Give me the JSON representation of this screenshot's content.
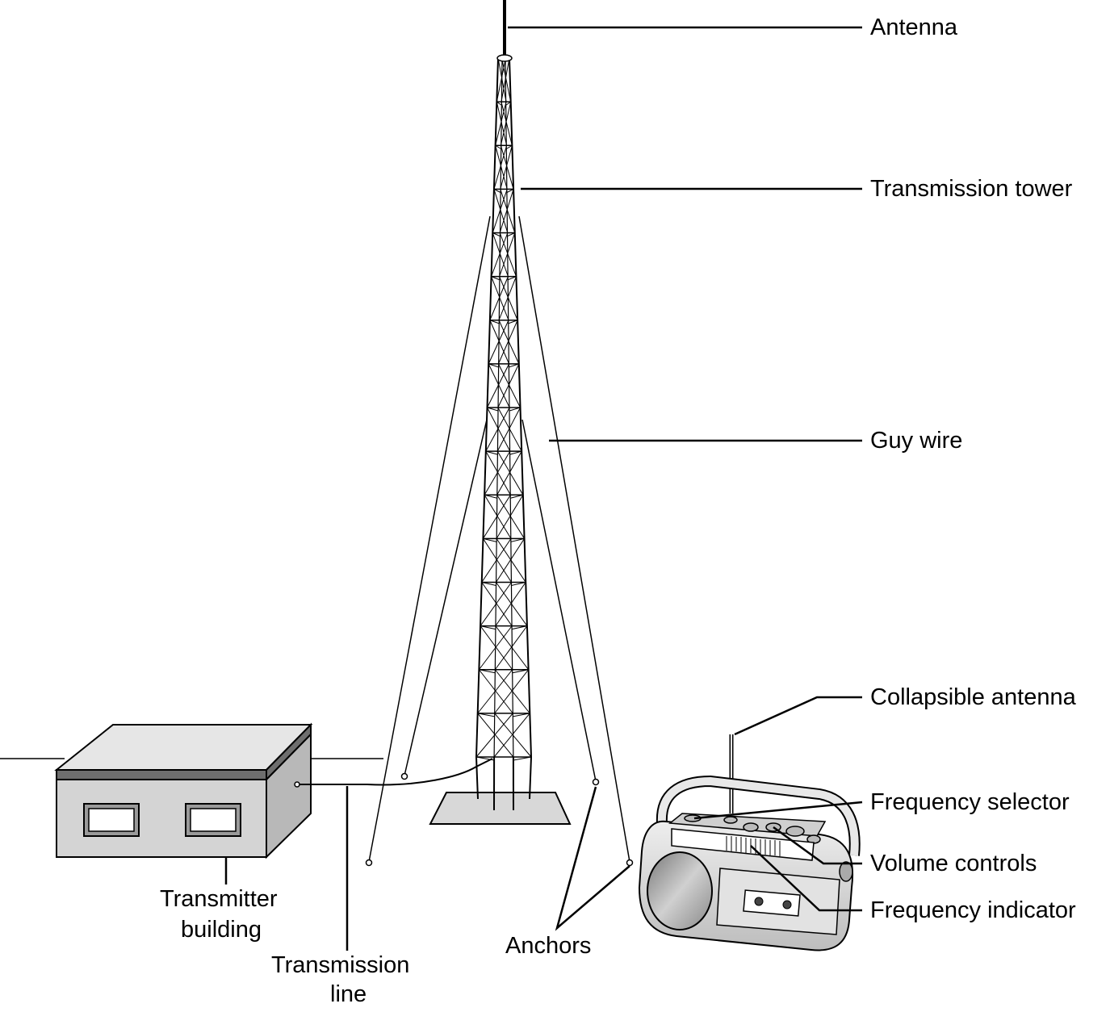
{
  "labels": {
    "antenna": "Antenna",
    "transmission_tower": "Transmission tower",
    "guy_wire": "Guy wire",
    "collapsible_antenna": "Collapsible antenna",
    "frequency_selector": "Frequency selector",
    "volume_controls": "Volume controls",
    "frequency_indicator": "Frequency indicator",
    "anchors": "Anchors",
    "transmitter_building_1": "Transmitter",
    "transmitter_building_2": "building",
    "transmission_line_1": "Transmission",
    "transmission_line_2": "line"
  },
  "colors": {
    "line": "#000000",
    "building_front": "#d4d4d4",
    "building_side": "#b8b8b8",
    "roof": "#e6e6e6",
    "roof_trim": "#6e6e6e",
    "radio_body": "#dcdcdc",
    "speaker": "#a8a8a8",
    "base_plate": "#d8d8d8"
  }
}
